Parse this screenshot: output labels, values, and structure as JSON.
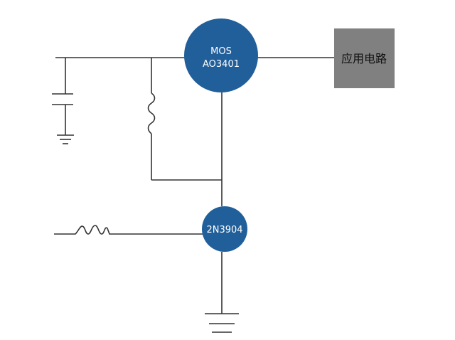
{
  "colors": {
    "node_fill": "#215f9a",
    "box_fill": "#808080",
    "wire": "#333333"
  },
  "mos": {
    "line1": "MOS",
    "line2": "AO3401"
  },
  "bjt": {
    "label": "2N3904"
  },
  "load": {
    "label": "应用电路"
  }
}
